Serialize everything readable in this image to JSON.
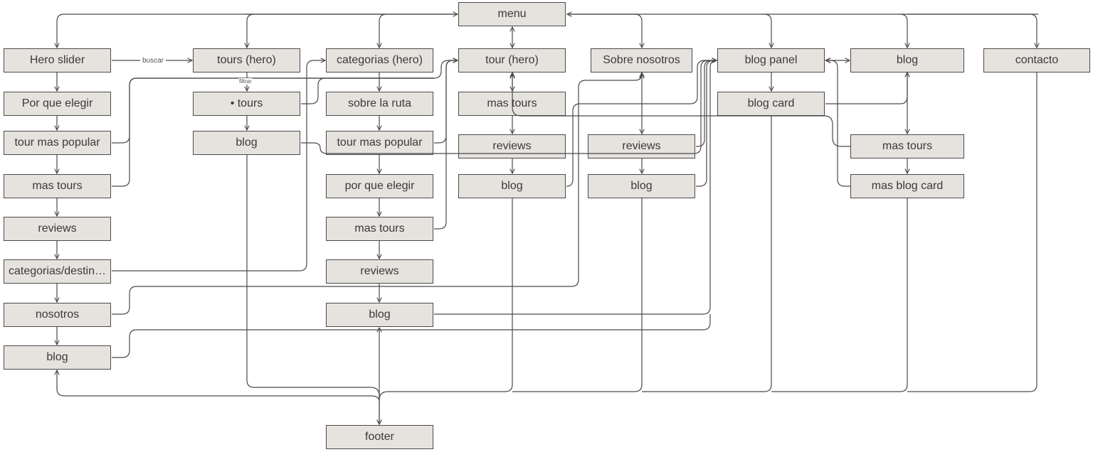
{
  "diagram": {
    "type": "site-map flowchart",
    "nodes": [
      {
        "id": "menu",
        "label": "menu"
      },
      {
        "id": "hero-slider",
        "label": "Hero slider"
      },
      {
        "id": "por-que-elegir-1",
        "label": "Por que elegir"
      },
      {
        "id": "tour-mas-popular-1",
        "label": "tour mas popular"
      },
      {
        "id": "mas-tours-1",
        "label": "mas tours"
      },
      {
        "id": "reviews-1",
        "label": "reviews"
      },
      {
        "id": "categorias-destinos",
        "label": "categorias/destin…"
      },
      {
        "id": "nosotros",
        "label": "nosotros"
      },
      {
        "id": "blog-1",
        "label": "blog"
      },
      {
        "id": "tours-hero",
        "label": "tours (hero)"
      },
      {
        "id": "tours-list",
        "label": "•  tours"
      },
      {
        "id": "blog-2",
        "label": "blog"
      },
      {
        "id": "categorias-hero",
        "label": "categorias (hero)"
      },
      {
        "id": "sobre-la-ruta",
        "label": "sobre la ruta"
      },
      {
        "id": "tour-mas-popular-3",
        "label": "tour mas popular"
      },
      {
        "id": "por-que-elegir-3",
        "label": "por que elegir"
      },
      {
        "id": "mas-tours-3",
        "label": "mas tours"
      },
      {
        "id": "reviews-3",
        "label": "reviews"
      },
      {
        "id": "blog-3",
        "label": "blog"
      },
      {
        "id": "footer",
        "label": "footer"
      },
      {
        "id": "tour-hero",
        "label": "tour (hero)"
      },
      {
        "id": "mas-tours-4",
        "label": "mas tours"
      },
      {
        "id": "reviews-4",
        "label": "reviews"
      },
      {
        "id": "blog-4",
        "label": "blog"
      },
      {
        "id": "sobre-nosotros",
        "label": "Sobre nosotros"
      },
      {
        "id": "reviews-5",
        "label": "reviews"
      },
      {
        "id": "blog-5",
        "label": "blog"
      },
      {
        "id": "blog-panel",
        "label": "blog panel"
      },
      {
        "id": "blog-card",
        "label": "blog card"
      },
      {
        "id": "blog",
        "label": "blog"
      },
      {
        "id": "mas-tours-7",
        "label": "mas tours"
      },
      {
        "id": "mas-blog-card",
        "label": "mas blog card"
      },
      {
        "id": "contacto",
        "label": "contacto"
      }
    ],
    "edges": [
      {
        "id": "e1",
        "from": "menu",
        "to": "hero-slider",
        "bidirectional": true,
        "label": ""
      },
      {
        "id": "e2",
        "from": "menu",
        "to": "tours-hero",
        "bidirectional": true,
        "label": ""
      },
      {
        "id": "e3",
        "from": "menu",
        "to": "categorias-hero",
        "bidirectional": true,
        "label": ""
      },
      {
        "id": "e4",
        "from": "menu",
        "to": "tour-hero",
        "bidirectional": true,
        "label": ""
      },
      {
        "id": "e5",
        "from": "menu",
        "to": "sobre-nosotros",
        "bidirectional": true,
        "label": ""
      },
      {
        "id": "e6",
        "from": "menu",
        "to": "blog-panel",
        "bidirectional": true,
        "label": ""
      },
      {
        "id": "e7",
        "from": "menu",
        "to": "blog",
        "bidirectional": true,
        "label": ""
      },
      {
        "id": "e8",
        "from": "menu",
        "to": "contacto",
        "bidirectional": true,
        "label": ""
      },
      {
        "id": "e9",
        "from": "hero-slider",
        "to": "por-que-elegir-1",
        "label": ""
      },
      {
        "id": "e10",
        "from": "por-que-elegir-1",
        "to": "tour-mas-popular-1",
        "label": ""
      },
      {
        "id": "e11",
        "from": "tour-mas-popular-1",
        "to": "mas-tours-1",
        "label": ""
      },
      {
        "id": "e12",
        "from": "mas-tours-1",
        "to": "reviews-1",
        "label": ""
      },
      {
        "id": "e13",
        "from": "reviews-1",
        "to": "categorias-destinos",
        "label": ""
      },
      {
        "id": "e14",
        "from": "categorias-destinos",
        "to": "nosotros",
        "label": ""
      },
      {
        "id": "e15",
        "from": "nosotros",
        "to": "blog-1",
        "label": ""
      },
      {
        "id": "e16",
        "from": "hero-slider",
        "to": "tours-hero",
        "label": "buscar"
      },
      {
        "id": "e17",
        "from": "tours-hero",
        "to": "tours-list",
        "label": "filtrar"
      },
      {
        "id": "e18",
        "from": "tours-list",
        "to": "blog-2",
        "label": ""
      },
      {
        "id": "e19",
        "from": "categorias-hero",
        "to": "sobre-la-ruta",
        "label": ""
      },
      {
        "id": "e20",
        "from": "sobre-la-ruta",
        "to": "tour-mas-popular-3",
        "label": ""
      },
      {
        "id": "e21",
        "from": "tour-mas-popular-3",
        "to": "por-que-elegir-3",
        "label": ""
      },
      {
        "id": "e22",
        "from": "por-que-elegir-3",
        "to": "mas-tours-3",
        "label": ""
      },
      {
        "id": "e23",
        "from": "mas-tours-3",
        "to": "reviews-3",
        "label": ""
      },
      {
        "id": "e24",
        "from": "reviews-3",
        "to": "blog-3",
        "label": ""
      },
      {
        "id": "e25",
        "from": "tour-hero",
        "to": "mas-tours-4",
        "label": ""
      },
      {
        "id": "e26",
        "from": "mas-tours-4",
        "to": "reviews-4",
        "label": ""
      },
      {
        "id": "e27",
        "from": "reviews-4",
        "to": "blog-4",
        "label": ""
      },
      {
        "id": "e28",
        "from": "sobre-nosotros",
        "to": "reviews-5",
        "bidirectional": true,
        "label": ""
      },
      {
        "id": "e29",
        "from": "reviews-5",
        "to": "blog-5",
        "label": ""
      },
      {
        "id": "e30",
        "from": "blog-panel",
        "to": "blog-card",
        "label": ""
      },
      {
        "id": "e31",
        "from": "blog-panel",
        "to": "blog",
        "bidirectional": true,
        "label": ""
      },
      {
        "id": "e32",
        "from": "blog-card",
        "to": "blog",
        "label": ""
      },
      {
        "id": "e33",
        "from": "blog",
        "to": "mas-tours-7",
        "bidirectional": true,
        "label": ""
      },
      {
        "id": "e34",
        "from": "mas-tours-7",
        "to": "mas-blog-card",
        "label": ""
      },
      {
        "id": "e35",
        "from": "mas-blog-card",
        "to": "blog-panel",
        "label": ""
      },
      {
        "id": "e36",
        "from": "mas-tours-7",
        "to": "tour-hero",
        "label": ""
      },
      {
        "id": "e37",
        "from": "tour-mas-popular-3",
        "to": "tour-hero",
        "label": ""
      },
      {
        "id": "e38",
        "from": "mas-tours-3",
        "to": "tour-hero",
        "label": ""
      },
      {
        "id": "e39",
        "from": "tour-mas-popular-1",
        "to": "tour-hero",
        "label": ""
      },
      {
        "id": "e40",
        "from": "mas-tours-1",
        "to": "tour-hero",
        "label": ""
      },
      {
        "id": "e41",
        "from": "tours-list",
        "to": "tour-hero",
        "label": ""
      },
      {
        "id": "e42",
        "from": "categorias-destinos",
        "to": "categorias-hero",
        "label": ""
      },
      {
        "id": "e43",
        "from": "blog-2",
        "to": "blog-panel",
        "label": ""
      },
      {
        "id": "e44",
        "from": "blog-4",
        "to": "blog-panel",
        "label": ""
      },
      {
        "id": "e45",
        "from": "blog-4",
        "to": "sobre-nosotros",
        "label": ""
      },
      {
        "id": "e46",
        "from": "nosotros",
        "to": "sobre-nosotros",
        "label": ""
      },
      {
        "id": "e47",
        "from": "reviews-5",
        "to": "blog-panel",
        "label": ""
      },
      {
        "id": "e48",
        "from": "blog-5",
        "to": "blog-panel",
        "label": ""
      },
      {
        "id": "e49",
        "from": "blog-3",
        "to": "blog-panel",
        "label": ""
      },
      {
        "id": "e50",
        "from": "blog-1",
        "to": "blog-panel",
        "label": ""
      },
      {
        "id": "e51",
        "from": "blog-2",
        "to": "footer",
        "label": ""
      },
      {
        "id": "e52",
        "from": "footer",
        "to": "blog-1",
        "label": ""
      },
      {
        "id": "e53",
        "from": "footer",
        "to": "blog-3",
        "bidirectional": true,
        "label": ""
      },
      {
        "id": "e54",
        "from": "blog-4",
        "to": "footer",
        "label": ""
      },
      {
        "id": "e55",
        "from": "blog-5",
        "to": "footer",
        "label": ""
      },
      {
        "id": "e56",
        "from": "blog-card",
        "to": "footer",
        "label": ""
      },
      {
        "id": "e57",
        "from": "mas-blog-card",
        "to": "footer",
        "label": ""
      },
      {
        "id": "e58",
        "from": "contacto",
        "to": "footer",
        "label": ""
      }
    ]
  }
}
